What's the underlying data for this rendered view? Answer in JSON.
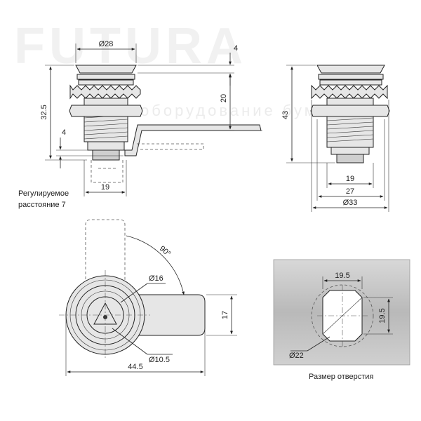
{
  "watermark": {
    "brand": "FUTURA",
    "tagline": "оборудование бумага"
  },
  "side_view": {
    "dim_diameter_top": "Ø28",
    "dim_cap_height": "4",
    "dim_height_to_cam": "20",
    "dim_overall_height": "32.5",
    "dim_cam_thickness": "4",
    "dim_width_bottom": "19",
    "note_line1": "Регулируемое",
    "note_line2": "расстояние 7"
  },
  "front_view": {
    "dim_total_height": "43",
    "dim_19": "19",
    "dim_27": "27",
    "dim_33": "Ø33"
  },
  "top_view": {
    "dim_angle": "90°",
    "dim_d16": "Ø16",
    "dim_d105": "Ø10.5",
    "dim_length": "44.5",
    "dim_width": "17"
  },
  "hole_view": {
    "dim_width": "19.5",
    "dim_height": "19.5",
    "dim_diameter": "Ø22",
    "caption": "Размер отверстия"
  }
}
